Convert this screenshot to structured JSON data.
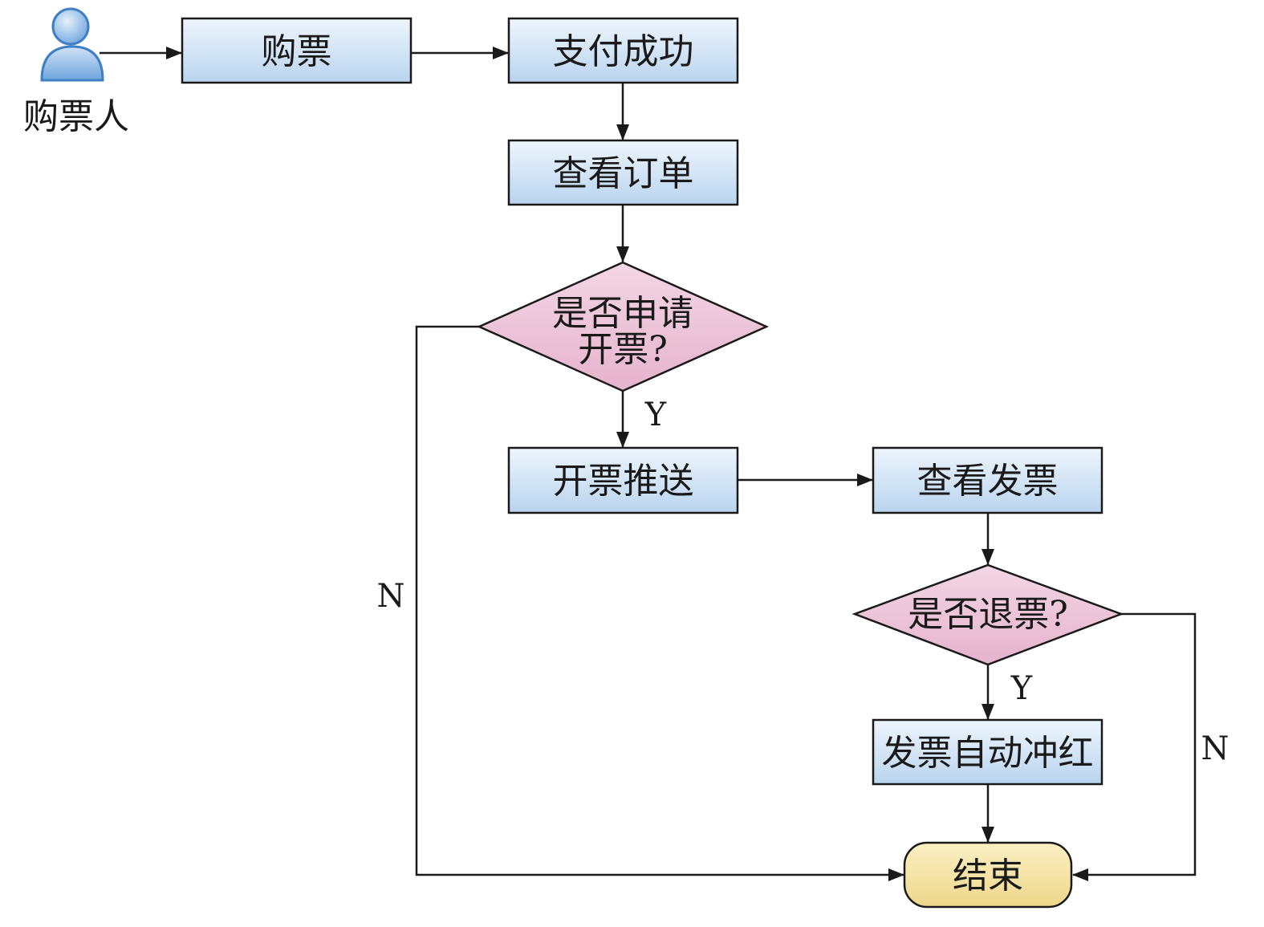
{
  "actor": {
    "label": "购票人",
    "icon": "person-icon"
  },
  "nodes": {
    "buy": "购票",
    "paid": "支付成功",
    "view_order": "查看订单",
    "apply_invoice_line1": "是否申请",
    "apply_invoice_line2": "开票?",
    "push_invoice": "开票推送",
    "view_invoice": "查看发票",
    "refund": "是否退票?",
    "auto_red": "发票自动冲红",
    "end": "结束"
  },
  "edge_labels": {
    "apply_yes": "Y",
    "apply_no": "N",
    "refund_yes": "Y",
    "refund_no": "N"
  },
  "colors": {
    "process_fill_top": "#eef5fc",
    "process_fill_bottom": "#b9d4ef",
    "decision_fill": "#ebc4d8",
    "terminal_fill": "#f7e6a3",
    "person": "#7fb2e6"
  }
}
